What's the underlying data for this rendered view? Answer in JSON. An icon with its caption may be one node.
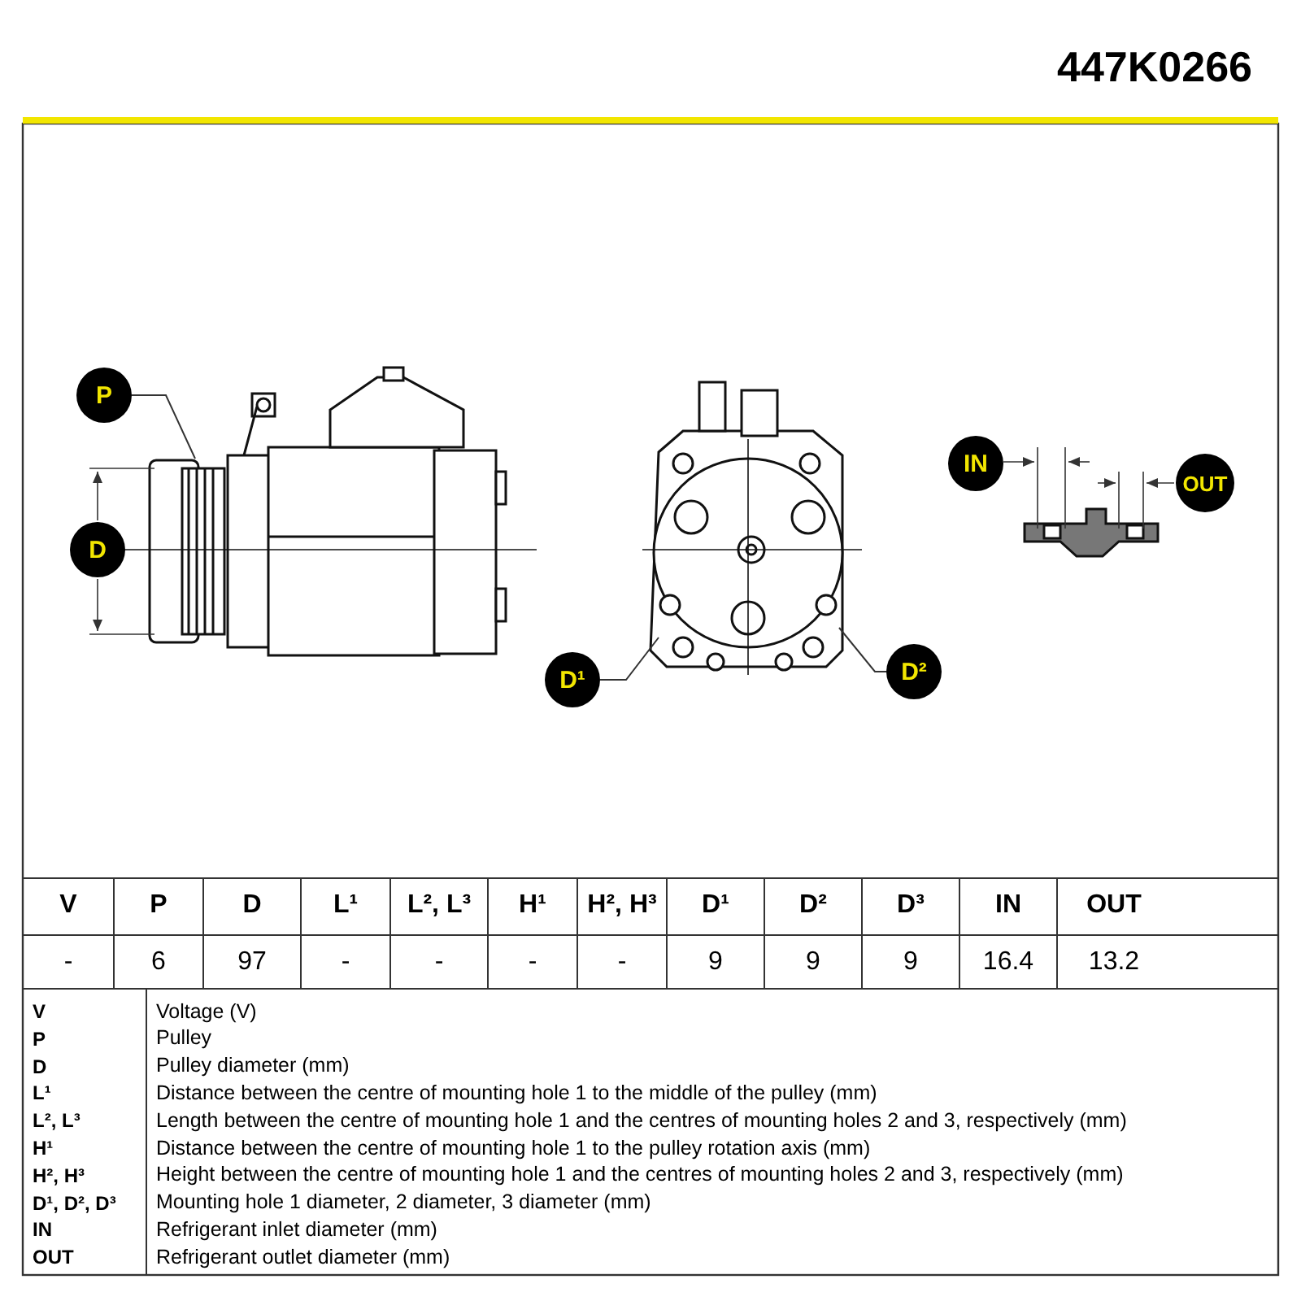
{
  "diagram": {
    "nodes": [
      {
        "text": [
          "P"
        ]
      },
      {
        "text": [
          "D"
        ]
      },
      {
        "text": [
          "D¹"
        ]
      },
      {
        "text": [
          "D²"
        ]
      },
      {
        "text": [
          "IN"
        ]
      },
      {
        "text": [
          "OUT"
        ]
      }
    ],
    "edges": [
      {
        "from": 0,
        "to": null,
        "arrow": "none"
      },
      {
        "from": 2,
        "to": null,
        "arrow": "none"
      },
      {
        "from": 3,
        "to": null,
        "arrow": "none"
      }
    ],
    "labels": [
      "447K0266",
      "V",
      "P",
      "D",
      "L¹",
      "L², L³",
      "H¹",
      "H², H³",
      "D¹",
      "D²",
      "D³",
      "IN",
      "OUT",
      "-",
      "6",
      "97",
      "-",
      "-",
      "-",
      "-",
      "9",
      "9",
      "9",
      "16.4",
      "13.2",
      "V",
      "Voltage (V)",
      "P",
      "Pulley",
      "D",
      "Pulley diameter (mm)",
      "L¹",
      "Distance between the centre of mounting hole 1 to the middle of the pulley (mm)",
      "L², L³",
      "Length between the centre of mounting hole 1 and the centres of mounting holes 2 and 3, respectively (mm)",
      "H¹",
      "Distance between the centre of mounting hole 1 to the pulley rotation axis (mm)",
      "H², H³",
      "Height between the centre of mounting hole 1 and the centres of mounting holes 2 and 3, respectively (mm)",
      "D¹, D², D³",
      "Mounting hole 1 diameter, 2 diameter, 3 diameter (mm)",
      "IN",
      "Refrigerant inlet diameter (mm)",
      "OUT",
      "Refrigerant outlet diameter (mm)"
    ]
  }
}
